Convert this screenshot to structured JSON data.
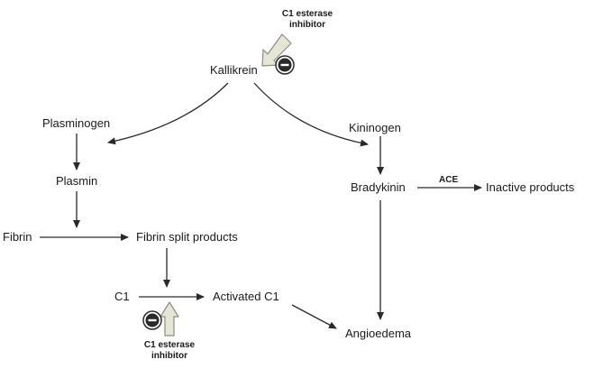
{
  "nodes": {
    "kallikrein": "Kallikrein",
    "plasminogen": "Plasminogen",
    "plasmin": "Plasmin",
    "fibrin": "Fibrin",
    "fibrin_split_products": "Fibrin split products",
    "c1": "C1",
    "activated_c1": "Activated C1",
    "angioedema": "Angioedema",
    "kininogen": "Kininogen",
    "bradykinin": "Bradykinin",
    "inactive_products": "Inactive products"
  },
  "inhibitors": {
    "top": {
      "line1": "C1 esterase",
      "line2": "inhibitor"
    },
    "bottom": {
      "line1": "C1 esterase",
      "line2": "inhibitor"
    }
  },
  "enzymes": {
    "ace": "ACE"
  },
  "symbols": {
    "inhibition": "−"
  },
  "colors": {
    "arrow": "#2a2a2a",
    "inhibitor_arrow_fill": "#e6e6d6",
    "inhibitor_arrow_stroke": "#8c8c80",
    "minus_badge_fill": "#2a2a2a"
  }
}
